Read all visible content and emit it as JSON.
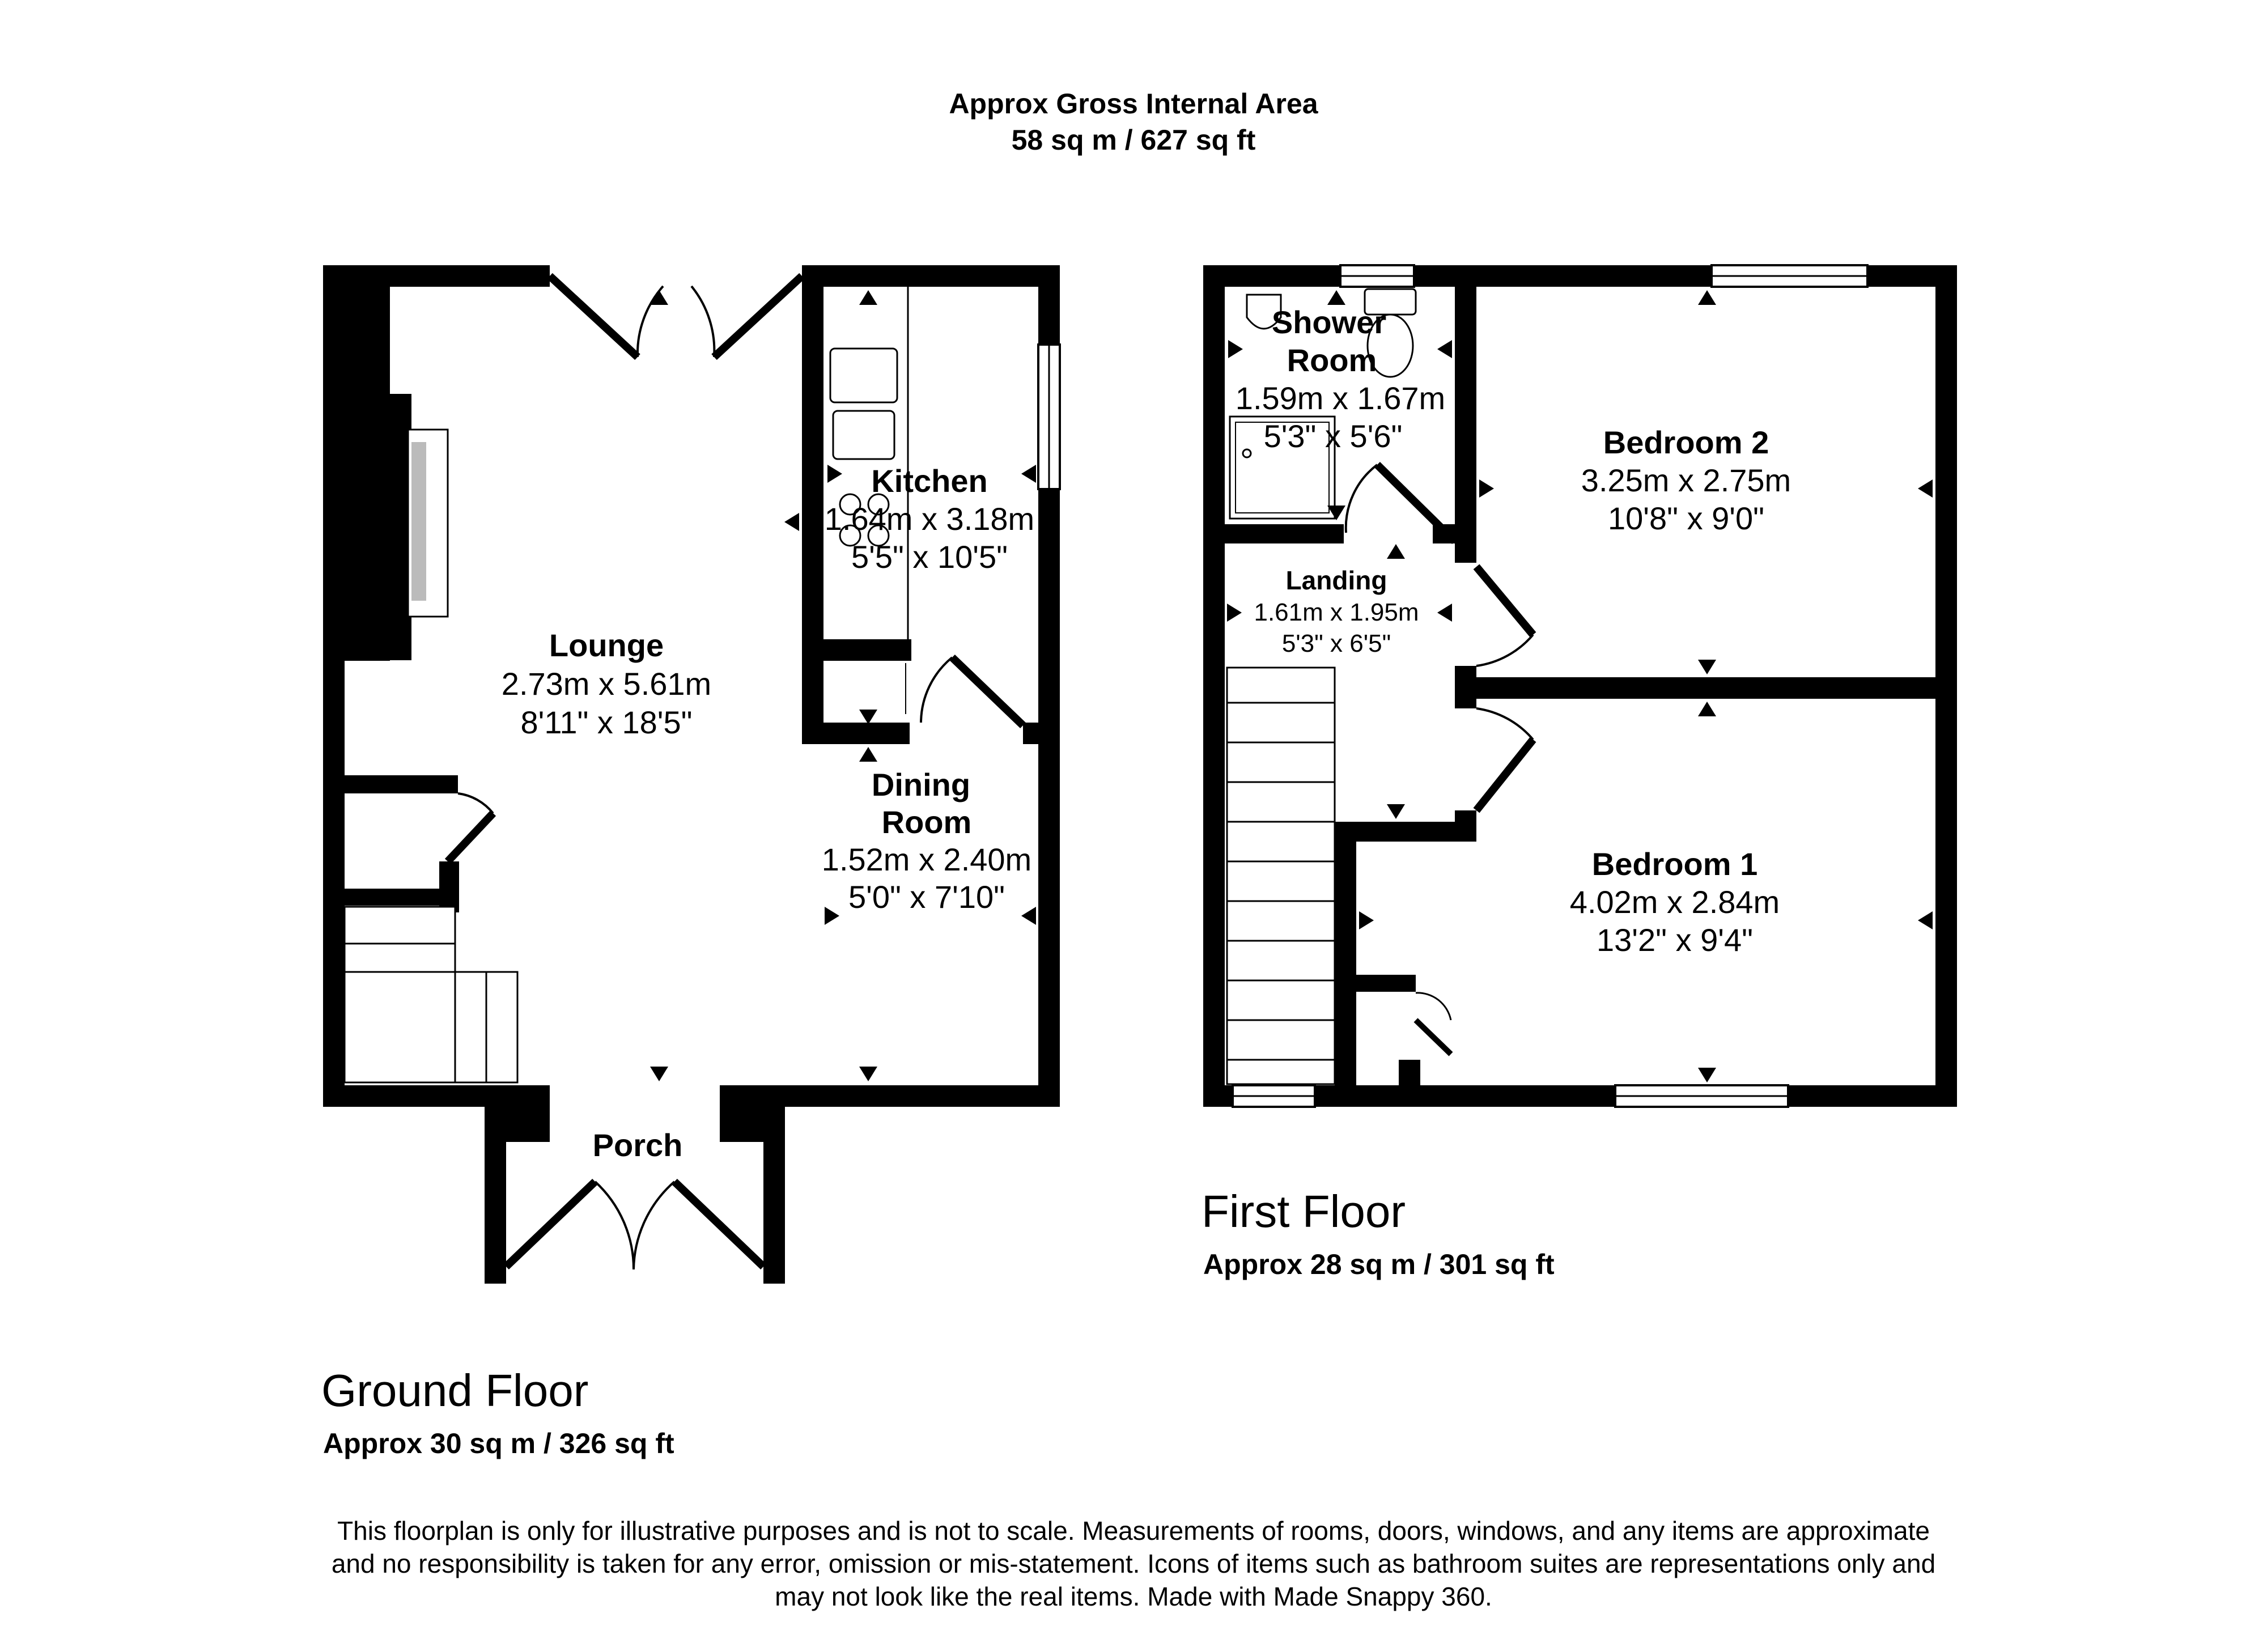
{
  "header": {
    "title": "Approx Gross Internal Area",
    "area": "58 sq m / 627 sq ft"
  },
  "ground_floor": {
    "title": "Ground Floor",
    "area": "Approx 30 sq m / 326 sq ft",
    "rooms": {
      "lounge": {
        "name": "Lounge",
        "metric": "2.73m x 5.61m",
        "imperial": "8'11\" x 18'5\""
      },
      "kitchen": {
        "name": "Kitchen",
        "metric": "1.64m x 3.18m",
        "imperial": "5'5\" x 10'5\""
      },
      "dining": {
        "name_line1": "Dining",
        "name_line2": "Room",
        "metric": "1.52m x 2.40m",
        "imperial": "5'0\" x 7'10\""
      },
      "porch": {
        "name": "Porch"
      }
    }
  },
  "first_floor": {
    "title": "First Floor",
    "area": "Approx 28 sq m / 301 sq ft",
    "rooms": {
      "shower": {
        "name_line1": "Shower",
        "name_line2": "Room",
        "metric": "1.59m x 1.67m",
        "imperial": "5'3\" x 5'6\""
      },
      "landing": {
        "name": "Landing",
        "metric": "1.61m x 1.95m",
        "imperial": "5'3\" x 6'5\""
      },
      "bedroom2": {
        "name": "Bedroom 2",
        "metric": "3.25m x 2.75m",
        "imperial": "10'8\" x 9'0\""
      },
      "bedroom1": {
        "name": "Bedroom 1",
        "metric": "4.02m x 2.84m",
        "imperial": "13'2\" x 9'4\""
      }
    }
  },
  "disclaimer": {
    "line1": "This floorplan is only for illustrative purposes and is not to scale. Measurements of rooms, doors, windows, and any items are approximate",
    "line2": "and no responsibility is taken for any error, omission or mis-statement. Icons of items such as bathroom suites are representations only and",
    "line3": "may not look like the real items. Made with Made Snappy 360."
  }
}
